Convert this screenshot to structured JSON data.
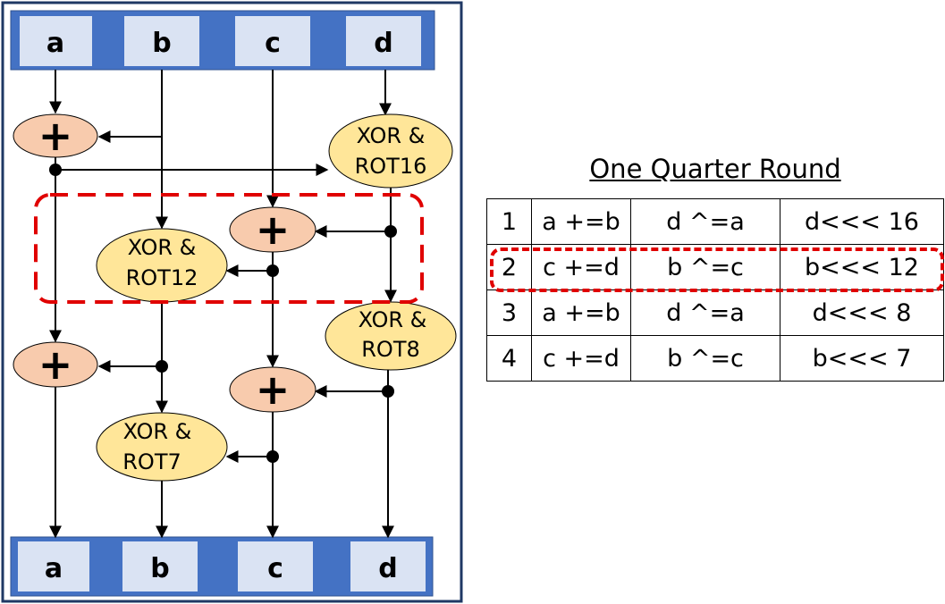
{
  "diagram": {
    "inputs": [
      "a",
      "b",
      "c",
      "d"
    ],
    "outputs": [
      "a",
      "b",
      "c",
      "d"
    ],
    "plus_symbol": "+",
    "ops": [
      {
        "line1": "XOR &",
        "line2": "ROT16"
      },
      {
        "line1": "XOR &",
        "line2": "ROT12"
      },
      {
        "line1": "XOR &",
        "line2": "ROT8"
      },
      {
        "line1": "XOR &",
        "line2": "ROT7"
      }
    ]
  },
  "table": {
    "title": "One Quarter Round",
    "rows": [
      [
        "1",
        "a +=b",
        "d ^=a",
        "d<<< 16"
      ],
      [
        "2",
        "c +=d",
        "b ^=c",
        "b<<< 12"
      ],
      [
        "3",
        "a +=b",
        "d ^=a",
        "d<<< 8"
      ],
      [
        "4",
        "c +=d",
        "b ^=c",
        "b<<< 7"
      ]
    ],
    "highlighted_row": 2
  },
  "colors": {
    "frame": "#1f3864",
    "register_bar": "#4472c4",
    "register_cell": "#dae3f3",
    "adder": "#f8cbad",
    "xor_rot": "#ffe699",
    "highlight": "#e00000"
  }
}
